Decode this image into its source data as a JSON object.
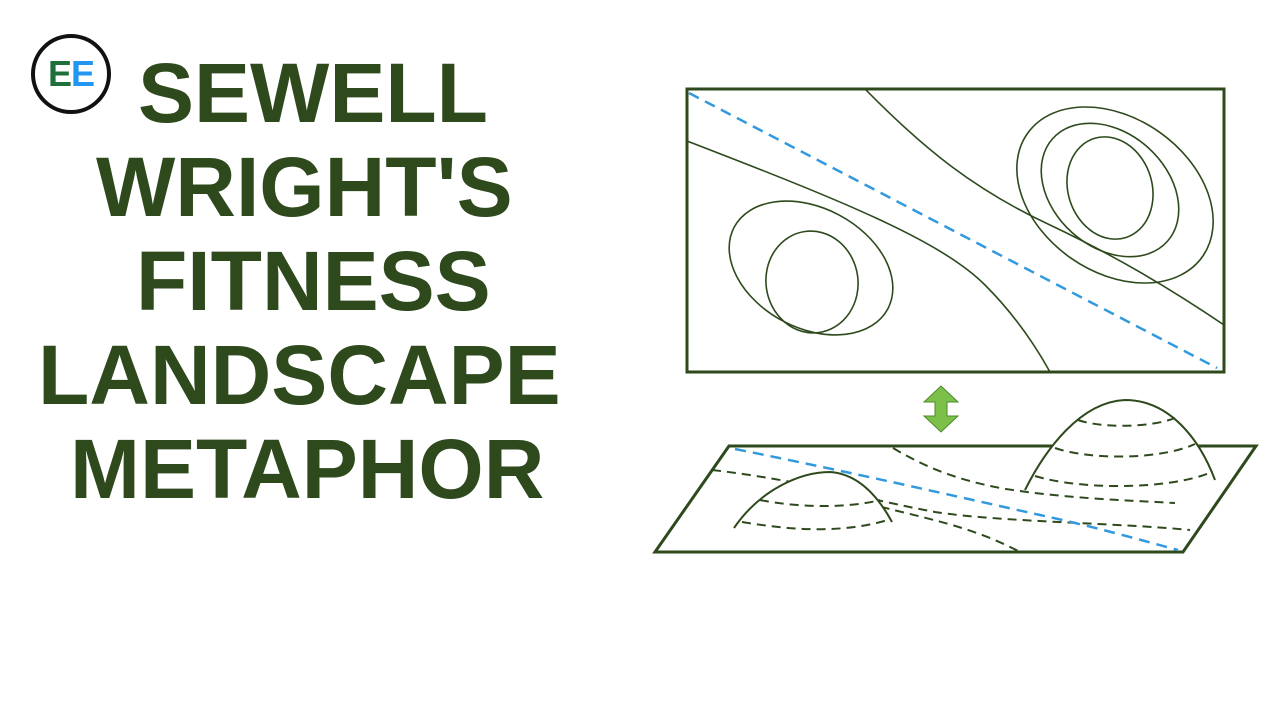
{
  "logo": {
    "letter1": "E",
    "letter2": "E"
  },
  "title": {
    "line1": "SEWELL",
    "line2": "WRIGHT'S",
    "line3": "FITNESS",
    "line4": "LANDSCAPE",
    "line5": "METAPHOR"
  },
  "colors": {
    "title": "#2e4a1d",
    "outline": "#2e4a1d",
    "dashed_path": "#3399dd",
    "arrow": "#7cc04a",
    "logo_green": "#1f6f3a",
    "logo_blue": "#2196f3"
  },
  "icons": {
    "arrow": "double-vertical-arrow-icon"
  }
}
